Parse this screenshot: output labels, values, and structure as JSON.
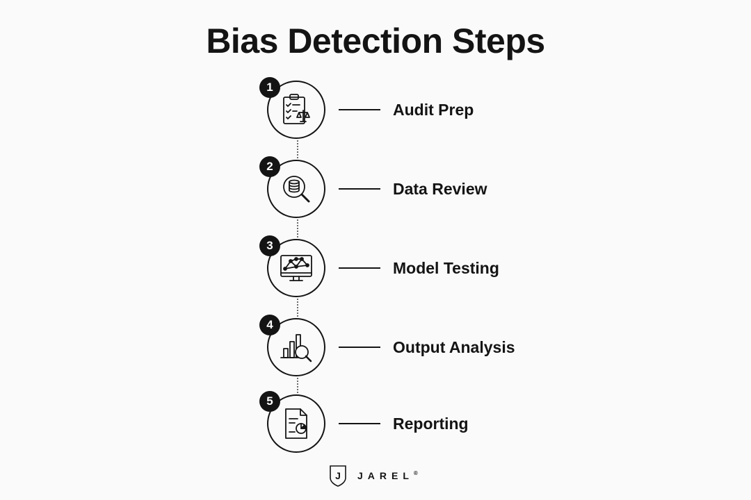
{
  "title": "Bias Detection Steps",
  "steps": [
    {
      "number": "1",
      "label": "Audit Prep",
      "icon": "clipboard-scale-icon"
    },
    {
      "number": "2",
      "label": "Data Review",
      "icon": "database-magnifier-icon"
    },
    {
      "number": "3",
      "label": "Model Testing",
      "icon": "monitor-network-icon"
    },
    {
      "number": "4",
      "label": "Output Analysis",
      "icon": "bar-chart-magnifier-icon"
    },
    {
      "number": "5",
      "label": "Reporting",
      "icon": "report-pie-chart-icon"
    }
  ],
  "brand": {
    "name": "JAREL",
    "mark": "J",
    "registered": "®"
  }
}
